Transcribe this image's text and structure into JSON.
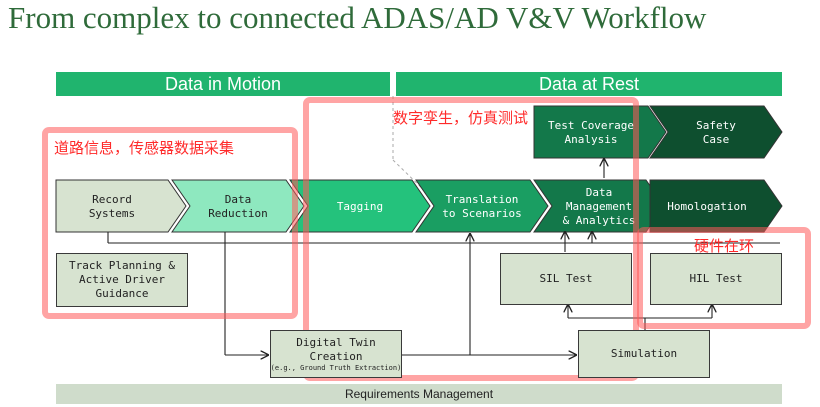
{
  "title": "From complex to connected ADAS/AD V&V Workflow",
  "bands": {
    "left": "Data in Motion",
    "right": "Data at Rest"
  },
  "pipeline": [
    {
      "lines": [
        "Record",
        "Systems"
      ],
      "fill": "#d7e3d0",
      "text": "#222222"
    },
    {
      "lines": [
        "Data",
        "Reduction"
      ],
      "fill": "#8ee8bf",
      "text": "#222222"
    },
    {
      "lines": [
        "Tagging"
      ],
      "fill": "#24c27c",
      "text": "#ffffff"
    },
    {
      "lines": [
        "Translation",
        "to Scenarios"
      ],
      "fill": "#1a9e62",
      "text": "#ffffff"
    },
    {
      "lines": [
        "Data",
        "Management",
        "& Analytics"
      ],
      "fill": "#13784a",
      "text": "#ffffff"
    },
    {
      "lines": [
        "Homologation"
      ],
      "fill": "#0e4f2f",
      "text": "#ffffff"
    }
  ],
  "upper": [
    {
      "lines": [
        "Test Coverage",
        "Analysis"
      ],
      "fill": "#13784a",
      "text": "#ffffff"
    },
    {
      "lines": [
        "Safety",
        "Case"
      ],
      "fill": "#0e4f2f",
      "text": "#ffffff"
    }
  ],
  "boxes": {
    "track_planning": "Track Planning & Active Driver Guidance",
    "sil": "SIL Test",
    "hil": "HIL Test",
    "digital_twin": "Digital Twin Creation",
    "digital_twin_note": "(e.g., Ground Truth Extraction)",
    "simulation": "Simulation"
  },
  "requirements": "Requirements Management",
  "annotations": {
    "road_info": "道路信息，传感器数据采集",
    "digital_twin_cn": "数字孪生，仿真测试",
    "hil_cn": "硬件在环"
  },
  "colors": {
    "accent": "#20b46e",
    "annotation": "#ff2a2a",
    "title": "#2f6b3a"
  }
}
